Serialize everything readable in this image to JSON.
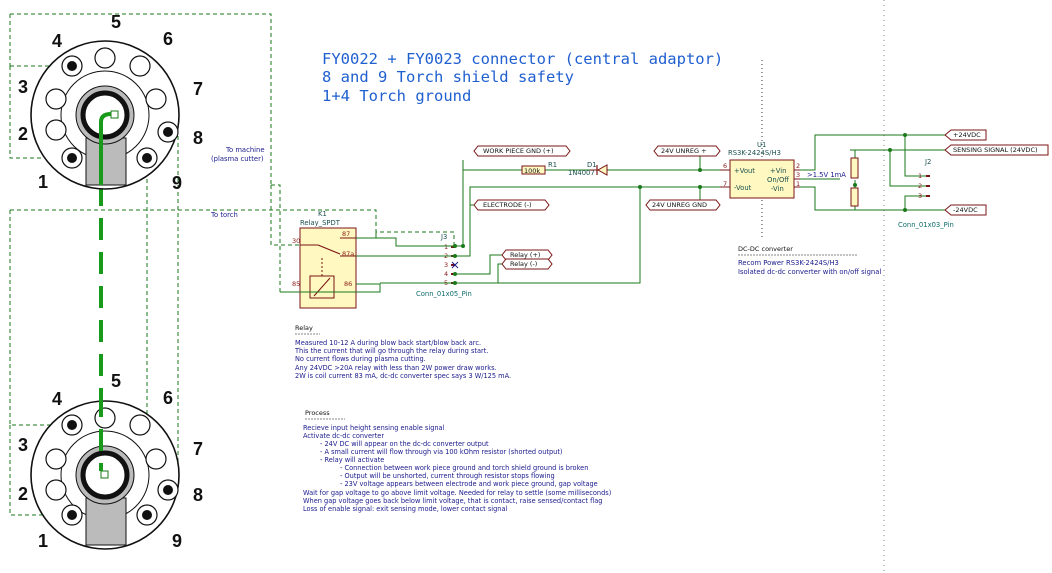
{
  "title_block": {
    "line1": "FY0022 + FY0023 connector (central adaptor)",
    "line2": "8 and 9 Torch shield safety",
    "line3": "1+4 Torch ground"
  },
  "top_connector": {
    "pins": [
      "1",
      "2",
      "3",
      "4",
      "5",
      "6",
      "7",
      "8",
      "9"
    ]
  },
  "bottom_connector": {
    "pins": [
      "1",
      "2",
      "3",
      "4",
      "5",
      "6",
      "7",
      "8",
      "9"
    ]
  },
  "wire_labels": {
    "to_machine_1": "To machine",
    "to_machine_2": "(plasma cutter)",
    "to_torch": "To torch"
  },
  "relay": {
    "ref": "K1",
    "value": "Relay_SPDT",
    "pin30": "30",
    "pin87": "87",
    "pin87a": "87a",
    "pin85": "85",
    "pin86": "86"
  },
  "j3": {
    "ref": "J3",
    "value": "Conn_01x05_Pin",
    "pins": [
      "1",
      "2",
      "3",
      "4",
      "5"
    ]
  },
  "r1": {
    "ref": "R1",
    "value": "100k"
  },
  "d1": {
    "ref": "D1",
    "value": "1N4007"
  },
  "u1": {
    "ref": "U1",
    "value": "RS3K-2424S/H3",
    "pin_vout_p": "+Vout",
    "pin_vout_n": "-Vout",
    "pin_vin_p": "+Vin",
    "pin_onoff": "On/Off",
    "pin_vin_n": "-Vin",
    "num6": "6",
    "num7": "7",
    "num2": "2",
    "num3": "3",
    "num1": "1"
  },
  "j2": {
    "ref": "J2",
    "value": "Conn_01x03_Pin",
    "pins": [
      "1",
      "2",
      "3"
    ]
  },
  "onoff_note": ">1.5V 1mA",
  "nets": {
    "work_piece_gnd": "WORK PIECE GND (+)",
    "electrode": "ELECTRODE (-)",
    "relay_p": "Relay (+)",
    "relay_n": "Relay (-)",
    "unreg_p": "24V UNREG +",
    "unreg_gnd": "24V UNREG GND",
    "plus24": "+24VDC",
    "sensing": "SENSING SIGNAL (24VDC)",
    "minus24": "-24VDC"
  },
  "dcdc_note": {
    "line1": "DC-DC converter",
    "line2": "Recom Power RS3K-2424S/H3",
    "line3": "Isolated dc-dc converter with on/off signal"
  },
  "relay_note": {
    "title": "Relay",
    "lines": [
      "Measured 10-12 A during blow back start/blow back arc.",
      "This the current that will go through the relay during start.",
      "No current flows during plasma cutting.",
      "Any 24VDC >20A relay with less than 2W power draw works.",
      "2W is coil current 83 mA, dc-dc converter spec says 3 W/125 mA."
    ]
  },
  "process_note": {
    "title": "Process",
    "lines": [
      "Recieve input height sensing enable signal",
      "Activate dc-dc converter",
      "    - 24V DC will appear on the dc-dc converter output",
      "    - A small current will flow through via 100 kOhm resistor (shorted output)",
      "    - Relay will activate",
      "        - Connection between work piece ground and torch shield ground is broken",
      "        - Output will be unshorted, current through resistor stops flowing",
      "        - 23V voltage appears between electrode and work piece ground, gap voltage",
      "Wait for gap voltage to go above limit voltage. Needed for relay to settle (some milliseconds)",
      "When gap voltage goes back below limit voltage, that is contact, raise sensed/contact flag",
      "Loss of enable signal: exit sensing mode, lower contact signal"
    ]
  },
  "colors": {
    "wire": "#1a7a1a",
    "frame": "#7a1414",
    "component_fill": "#fff8c0",
    "title_blue": "#1f5fd0"
  }
}
